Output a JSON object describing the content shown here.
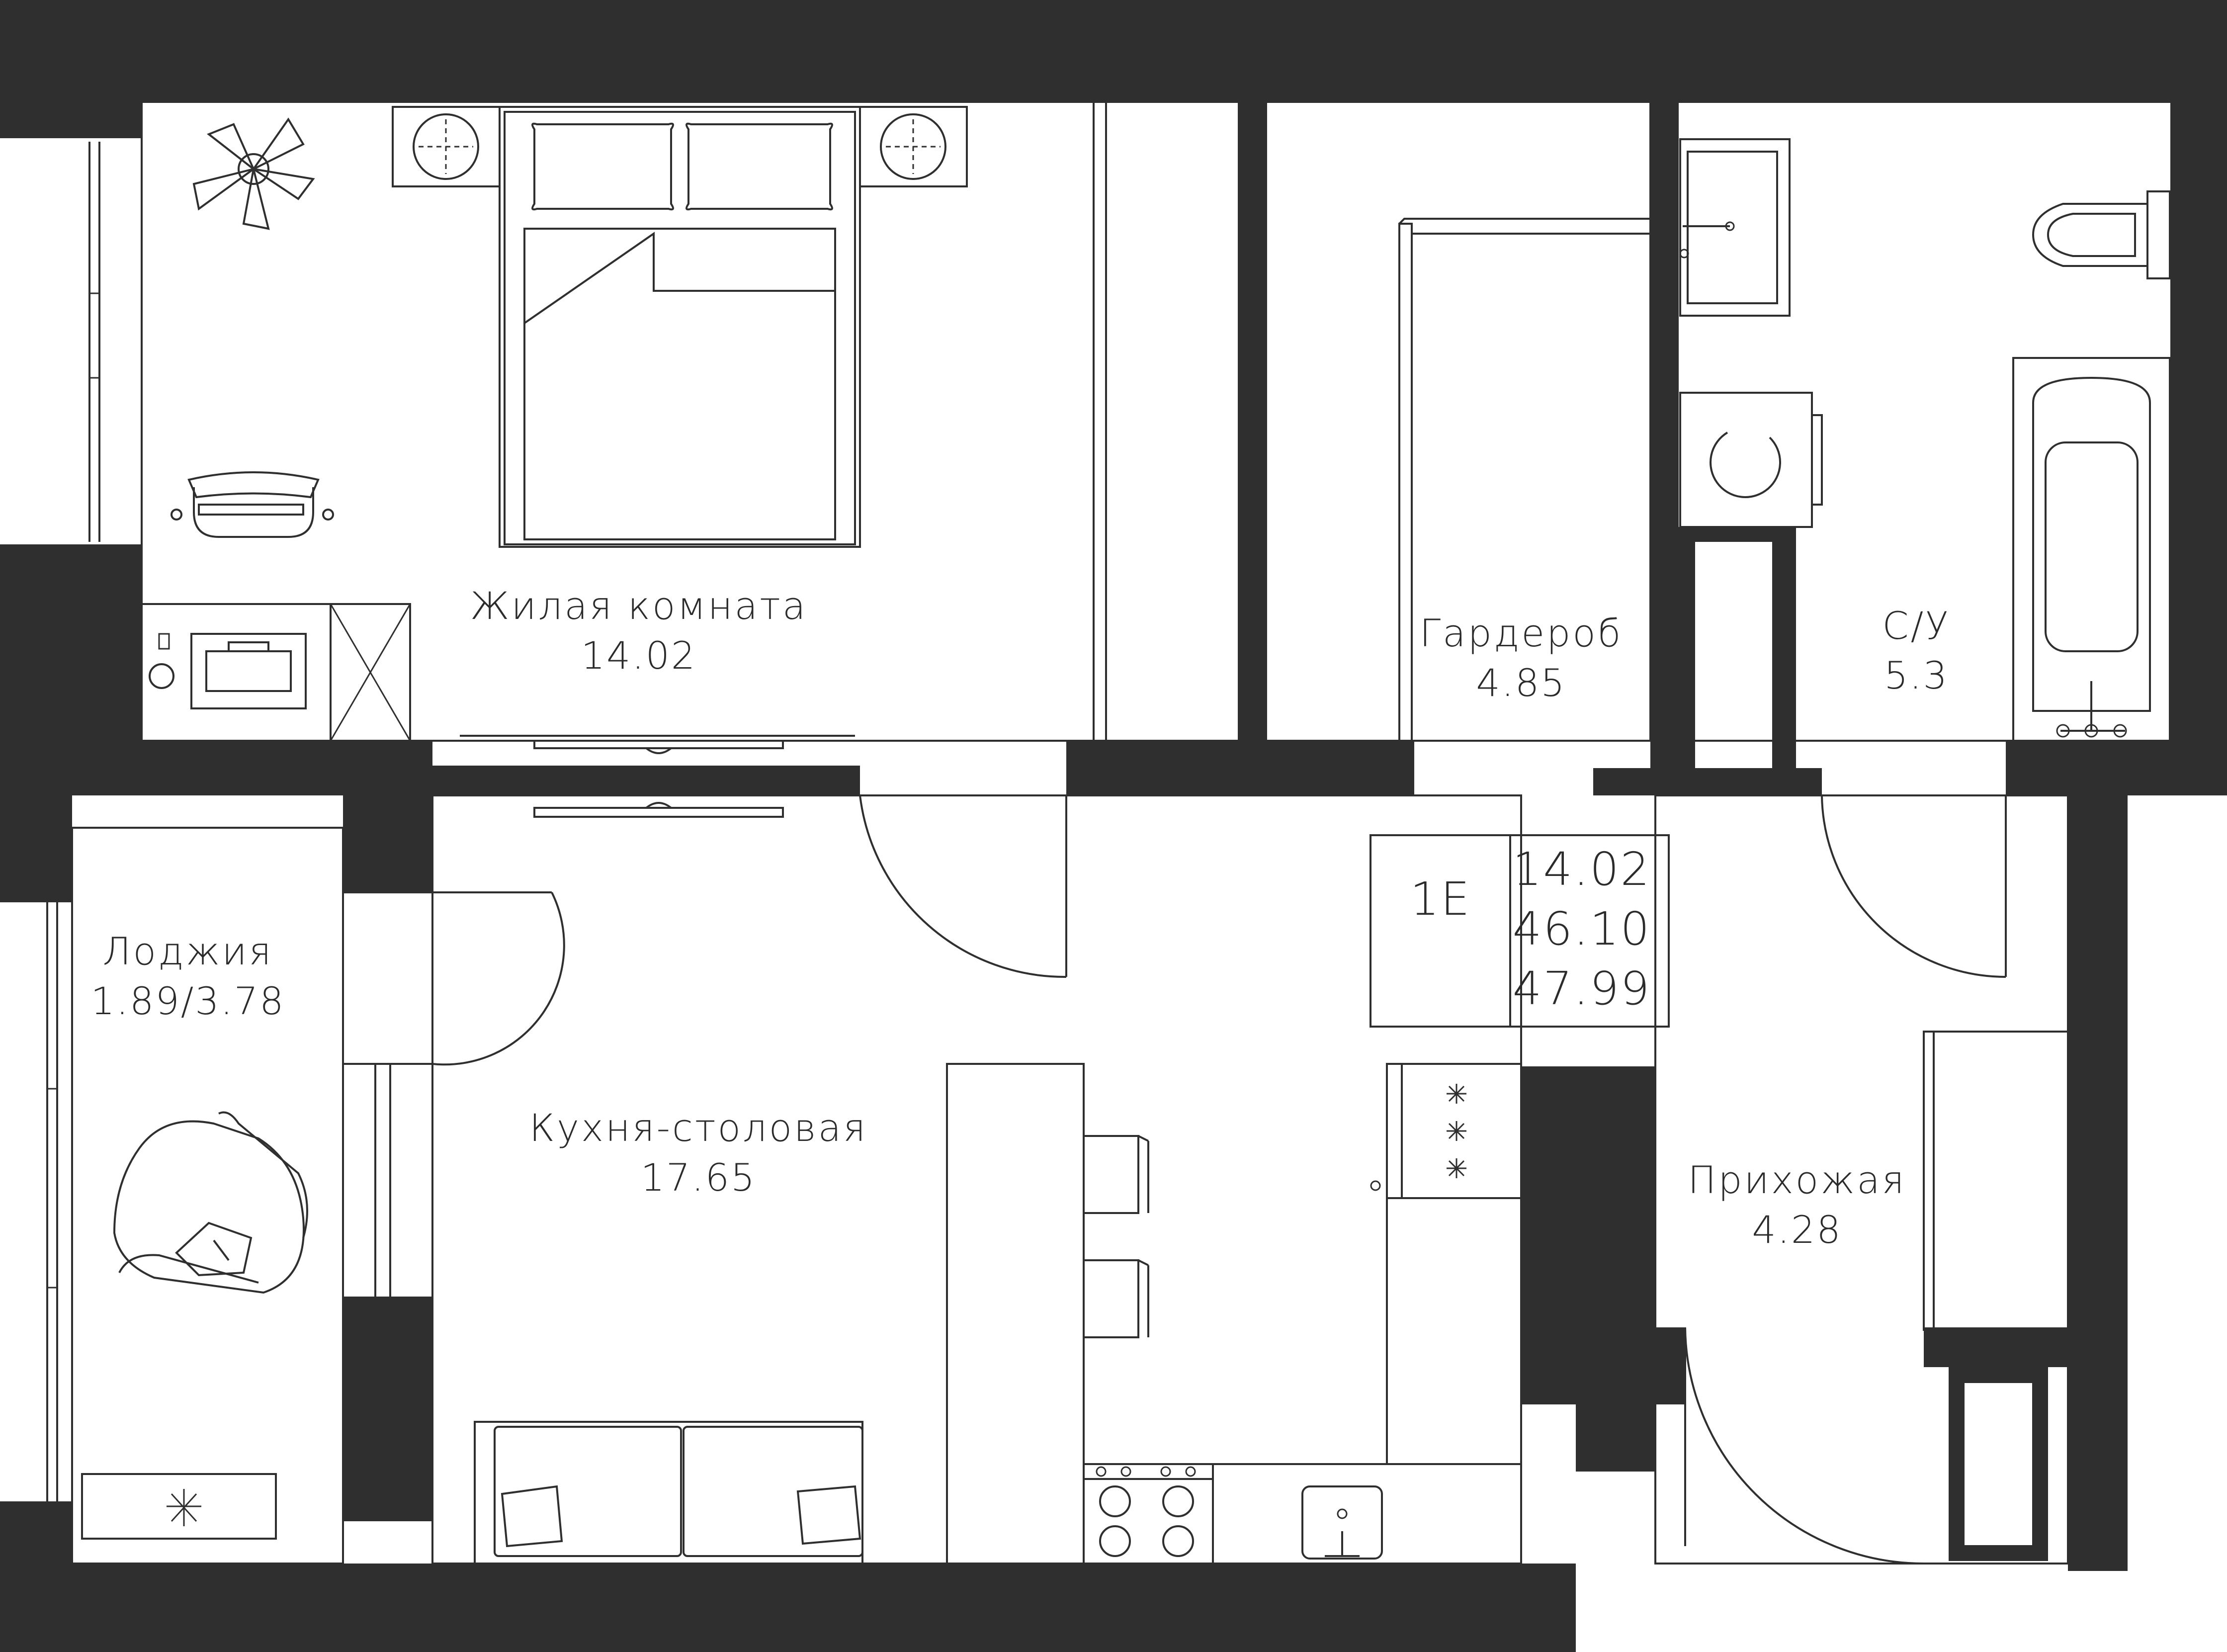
{
  "rooms": [
    {
      "id": "living",
      "name": "Жилая комната",
      "area": "14.02"
    },
    {
      "id": "wardrobe",
      "name": "Гардероб",
      "area": "4.85"
    },
    {
      "id": "bathroom",
      "name": "С/У",
      "area": "5.3"
    },
    {
      "id": "loggia",
      "name": "Лоджия",
      "area": "1.89/3.78"
    },
    {
      "id": "kitchen",
      "name": "Кухня-столовая",
      "area": "17.65"
    },
    {
      "id": "hall",
      "name": "Прихожая",
      "area": "4.28"
    }
  ],
  "summary": {
    "type": "1Е",
    "living_area": "14.02",
    "total_area": "46.10",
    "area_with_loggia": "47.99"
  },
  "colors": {
    "wall": "#2f2f2f",
    "line": "#2f2f2f",
    "background": "#ffffff"
  }
}
